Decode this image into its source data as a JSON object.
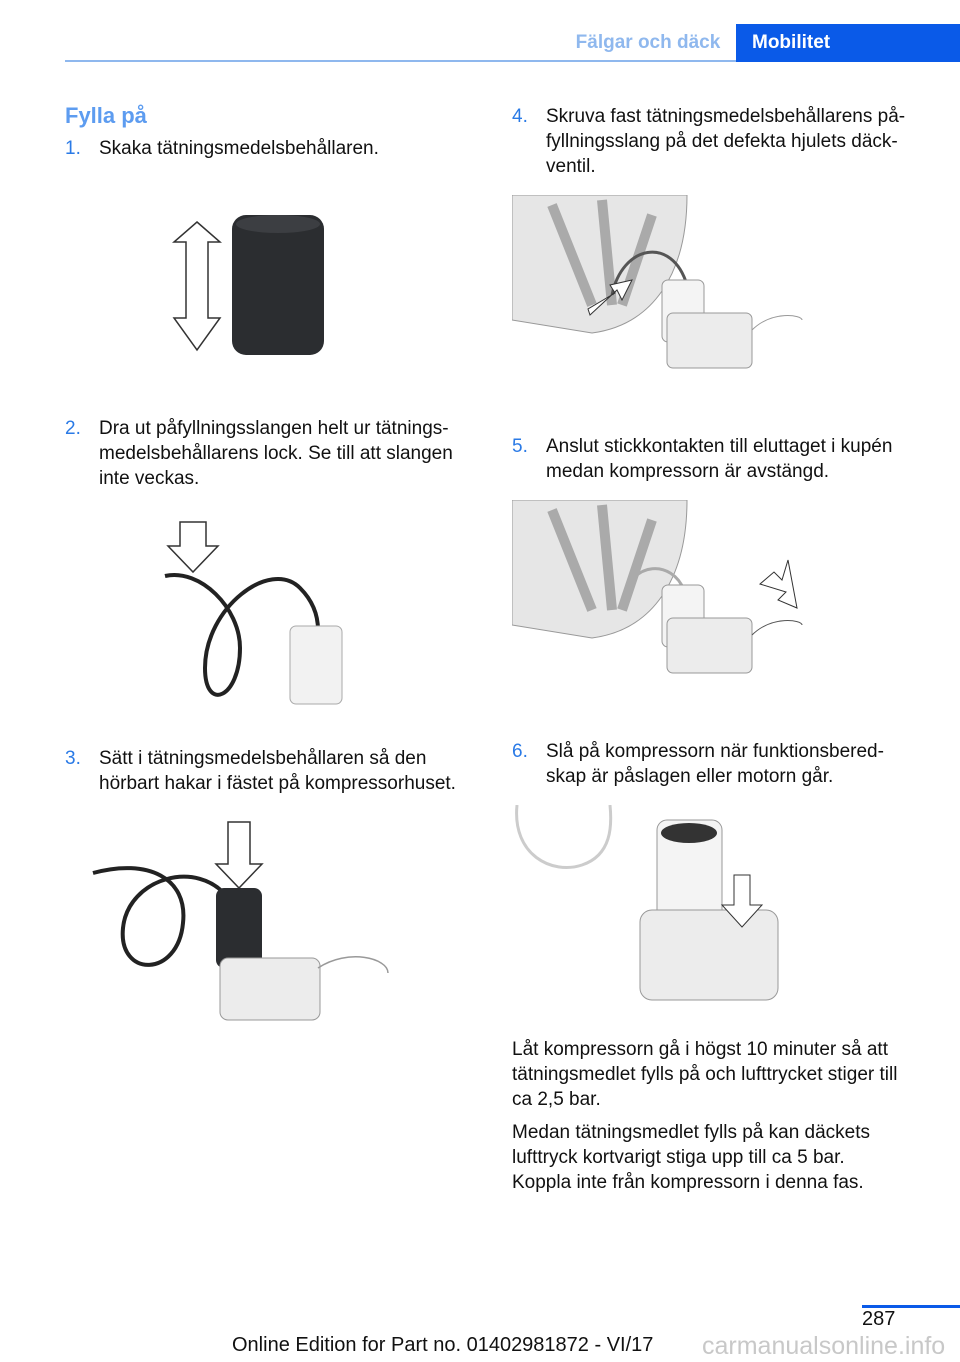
{
  "header": {
    "prev_tab": "Fälgar och däck",
    "current_tab": "Mobilitet"
  },
  "section_title": "Fylla på",
  "steps": [
    {
      "num": "1.",
      "lines": [
        "Skaka tätningsmedelsbehållaren."
      ]
    },
    {
      "num": "2.",
      "lines": [
        "Dra ut påfyllningsslangen helt ur tätnings-",
        "medelsbehållarens lock. Se till att slangen",
        "inte veckas."
      ]
    },
    {
      "num": "3.",
      "lines": [
        "Sätt i tätningsmedelsbehållaren så den",
        "hörbart hakar i fästet på kompressorhuset."
      ]
    },
    {
      "num": "4.",
      "lines": [
        "Skruva fast tätningsmedelsbehållarens på-",
        "fyllningsslang på det defekta hjulets däck-",
        "ventil."
      ]
    },
    {
      "num": "5.",
      "lines": [
        "Anslut stickkontakten till eluttaget i kupén",
        "medan kompressorn är avstängd."
      ]
    },
    {
      "num": "6.",
      "lines": [
        "Slå på kompressorn när funktionsbered-",
        "skap är påslagen eller motorn går."
      ]
    }
  ],
  "paragraphs": [
    {
      "lines": [
        "Låt kompressorn gå i högst 10 minuter så att",
        "tätningsmedlet fylls på och lufttrycket stiger till",
        "ca 2,5 bar."
      ]
    },
    {
      "lines": [
        "Medan tätningsmedlet fylls på kan däckets",
        "lufttryck kortvarigt stiga upp till ca 5 bar.",
        "Koppla inte från kompressorn i denna fas."
      ]
    }
  ],
  "footer": {
    "page_number": "287",
    "edition": "Online Edition for Part no. 01402981872 - VI/17",
    "watermark": "carmanualsonline.info"
  }
}
